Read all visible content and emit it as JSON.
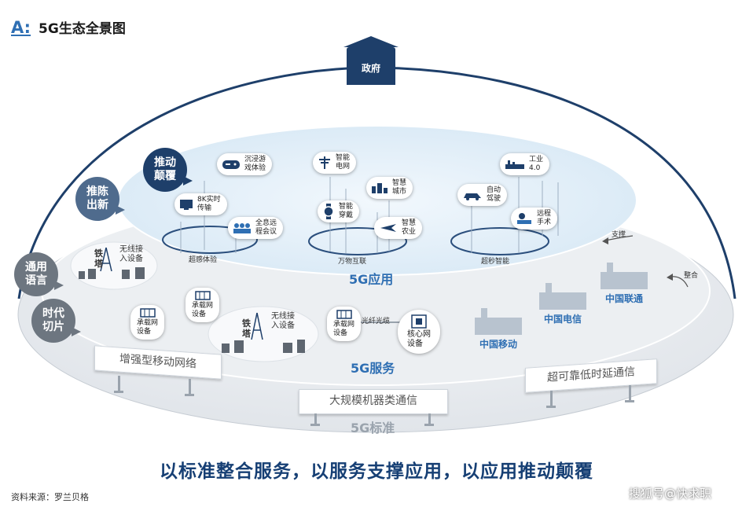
{
  "header": {
    "letter": "A:",
    "title": "5G生态全景图"
  },
  "government": "政府",
  "bubbles": [
    {
      "id": "disrupt",
      "text": "推动\n颠覆"
    },
    {
      "id": "innovate",
      "text": "推陈\n出新"
    },
    {
      "id": "common-language",
      "text": "通用\n语言"
    },
    {
      "id": "era-slice",
      "text": "时代\n切片"
    }
  ],
  "applications": {
    "layer_label": "5G应用",
    "groups": [
      "超感体验",
      "万物互联",
      "超秒智能"
    ],
    "cards": [
      {
        "id": "immersive-game",
        "text": "沉浸游\n戏体验",
        "icon": "gamepad-icon"
      },
      {
        "id": "8k-live",
        "text": "8K实时\n传输",
        "icon": "tv-icon"
      },
      {
        "id": "hologram-meeting",
        "text": "全息远\n程会议",
        "icon": "people-icon"
      },
      {
        "id": "smart-grid",
        "text": "智能\n电网",
        "icon": "power-tower-icon"
      },
      {
        "id": "smart-city",
        "text": "智慧\n城市",
        "icon": "city-icon"
      },
      {
        "id": "smart-wearable",
        "text": "智能\n穿戴",
        "icon": "watch-icon"
      },
      {
        "id": "smart-agriculture",
        "text": "智慧\n农业",
        "icon": "drone-icon"
      },
      {
        "id": "industry-4",
        "text": "工业\n4.0",
        "icon": "factory-icon"
      },
      {
        "id": "autonomous-driving",
        "text": "自动\n驾驶",
        "icon": "car-icon"
      },
      {
        "id": "remote-surgery",
        "text": "远程\n手术",
        "icon": "surgery-icon"
      }
    ],
    "support_label": "支撑"
  },
  "services": {
    "layer_label": "5G服务",
    "tower_label": "铁\n塔",
    "wireless_access": "无线接\n入设备",
    "bearer_device": "承载网\n设备",
    "fiber": "光纤光缆",
    "core_network": "核心网\n设备",
    "operators": [
      "中国移动",
      "中国电信",
      "中国联通"
    ],
    "integrate_label": "整合"
  },
  "standards": {
    "layer_label": "5G标准",
    "panels": [
      "增强型移动网络",
      "大规模机器类通信",
      "超可靠低时延通信"
    ]
  },
  "slogan": "以标准整合服务，以服务支撑应用，以应用推动颠覆",
  "source": "资料来源：罗兰贝格",
  "watermark": "搜狐号@快求职"
}
